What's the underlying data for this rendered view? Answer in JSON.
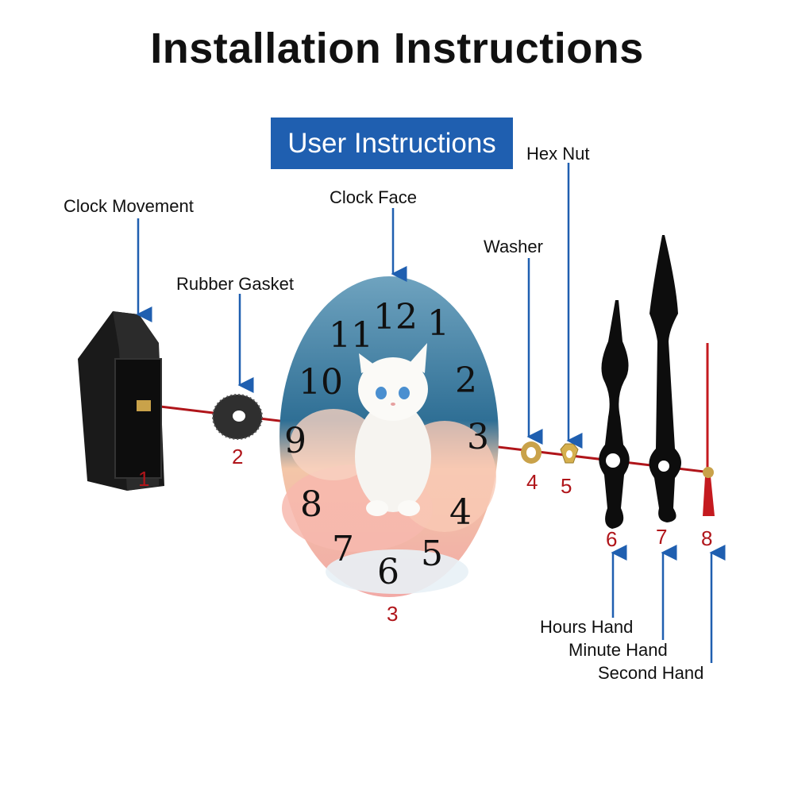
{
  "title": "Installation Instructions",
  "banner": "User Instructions",
  "parts": [
    {
      "label": "Clock Movement",
      "number": "1",
      "icon": "clock-movement-icon"
    },
    {
      "label": "Rubber Gasket",
      "number": "2",
      "icon": "rubber-gasket-icon"
    },
    {
      "label": "Clock Face",
      "number": "3",
      "icon": "clock-face-icon"
    },
    {
      "label": "Washer",
      "number": "4",
      "icon": "washer-icon"
    },
    {
      "label": "Hex Nut",
      "number": "5",
      "icon": "hex-nut-icon"
    },
    {
      "label": "Hours Hand",
      "number": "6",
      "icon": "hour-hand-icon"
    },
    {
      "label": "Minute Hand",
      "number": "7",
      "icon": "minute-hand-icon"
    },
    {
      "label": "Second Hand",
      "number": "8",
      "icon": "second-hand-icon"
    }
  ],
  "dial_numerals": [
    "12",
    "1",
    "2",
    "3",
    "4",
    "5",
    "6",
    "7",
    "8",
    "9",
    "10",
    "11"
  ],
  "colors": {
    "banner": "#1f5fb0",
    "arrow": "#1f5fb0",
    "number": "#b0151a",
    "axis": "#b0151a"
  }
}
